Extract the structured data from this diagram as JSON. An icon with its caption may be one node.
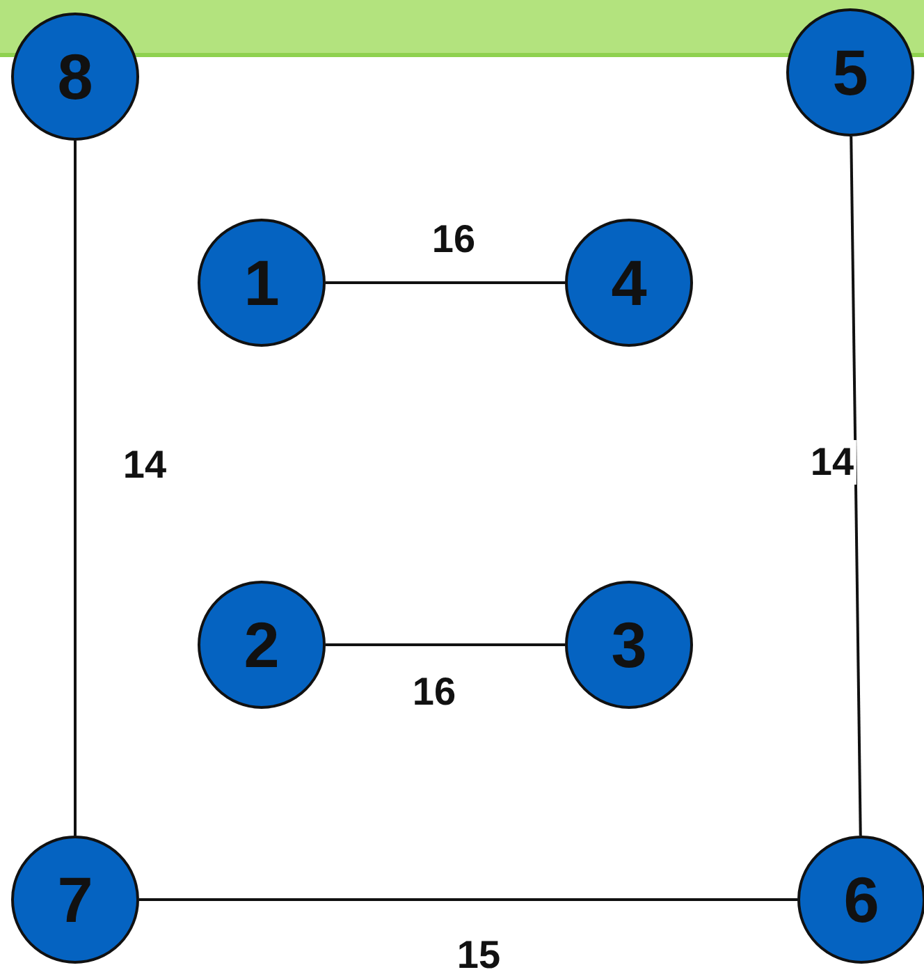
{
  "diagram": {
    "nodes": [
      {
        "text": [
          "8"
        ]
      },
      {
        "text": [
          "5"
        ]
      },
      {
        "text": [
          "1"
        ]
      },
      {
        "text": [
          "4"
        ]
      },
      {
        "text": [
          "2"
        ]
      },
      {
        "text": [
          "3"
        ]
      },
      {
        "text": [
          "7"
        ]
      },
      {
        "text": [
          "6"
        ]
      }
    ],
    "edges": [
      {
        "from": 2,
        "to": 3,
        "arrow": "none",
        "label": "16"
      },
      {
        "from": 0,
        "to": 6,
        "arrow": "none",
        "label": "14"
      },
      {
        "from": 1,
        "to": 7,
        "arrow": "none",
        "label": "14"
      },
      {
        "from": 4,
        "to": 5,
        "arrow": "none",
        "label": "16"
      },
      {
        "from": 6,
        "to": 7,
        "arrow": "none",
        "label": "15"
      }
    ]
  }
}
